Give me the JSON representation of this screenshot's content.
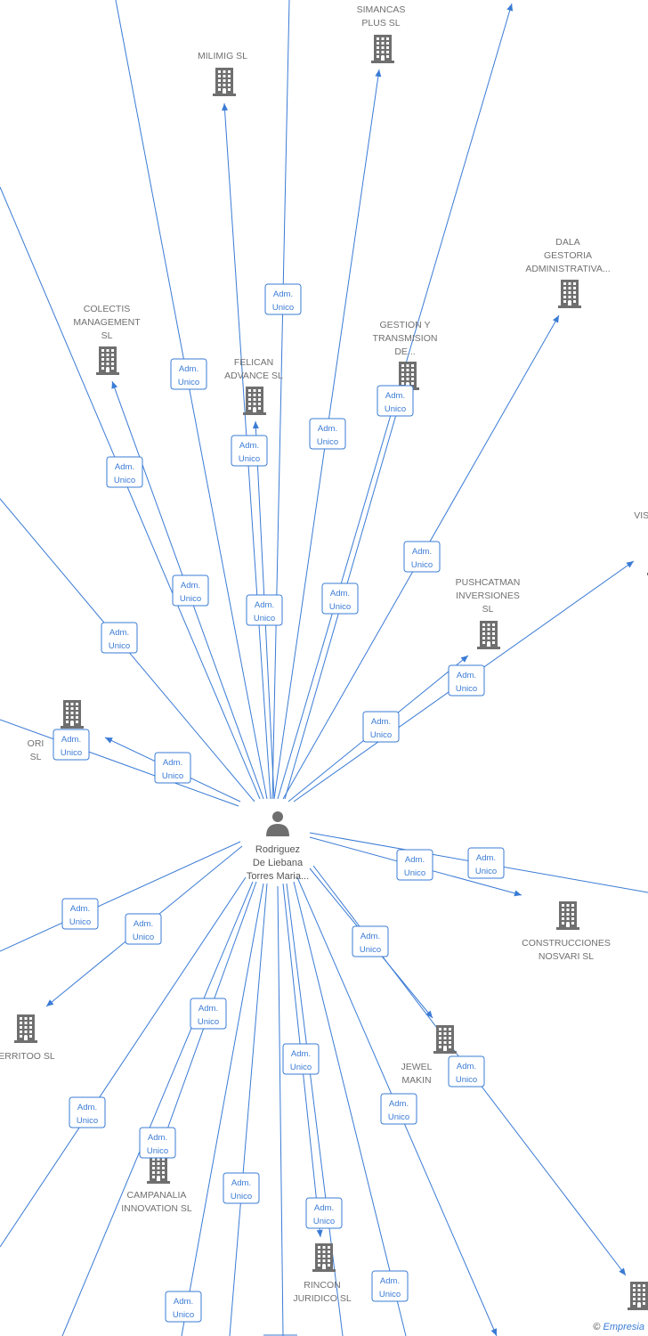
{
  "center": {
    "label_lines": [
      "Rodriguez",
      "De Liebana",
      "Torres Maria..."
    ]
  },
  "edge_label": [
    "Adm.",
    "Unico"
  ],
  "companies": [
    {
      "id": "simancas",
      "lines": [
        "SIMANCAS",
        "PLUS  SL"
      ]
    },
    {
      "id": "milimig",
      "lines": [
        "MILIMIG  SL"
      ]
    },
    {
      "id": "dala",
      "lines": [
        "DALA",
        "GESTORIA",
        "ADMINISTRATIVA..."
      ]
    },
    {
      "id": "colectis",
      "lines": [
        "COLECTIS",
        "MANAGEMENT",
        "SL"
      ]
    },
    {
      "id": "gestion",
      "lines": [
        "GESTION Y",
        "TRANSMISION",
        "DE..."
      ]
    },
    {
      "id": "felican",
      "lines": [
        "FELICAN",
        "ADVANCE  SL"
      ]
    },
    {
      "id": "visca",
      "lines": [
        "VISCA"
      ]
    },
    {
      "id": "pushcatman",
      "lines": [
        "PUSHCATMAN",
        "INVERSIONES",
        "SL"
      ]
    },
    {
      "id": "ori",
      "lines": [
        "ORI",
        "SL"
      ]
    },
    {
      "id": "construcciones",
      "lines": [
        "CONSTRUCCIONES",
        "NOSVARI SL"
      ]
    },
    {
      "id": "territoo",
      "lines": [
        "ERRITOO  SL"
      ]
    },
    {
      "id": "jewel",
      "lines": [
        "JEWEL",
        "MAKIN"
      ]
    },
    {
      "id": "campanalia",
      "lines": [
        "CAMPANALIA",
        "INNOVATION  SL"
      ]
    },
    {
      "id": "rincon",
      "lines": [
        "RINCON",
        "JURIDICO SL"
      ]
    },
    {
      "id": "bottomright",
      "lines": []
    }
  ],
  "copyright": {
    "symbol": "©",
    "brand": "Empresia"
  }
}
